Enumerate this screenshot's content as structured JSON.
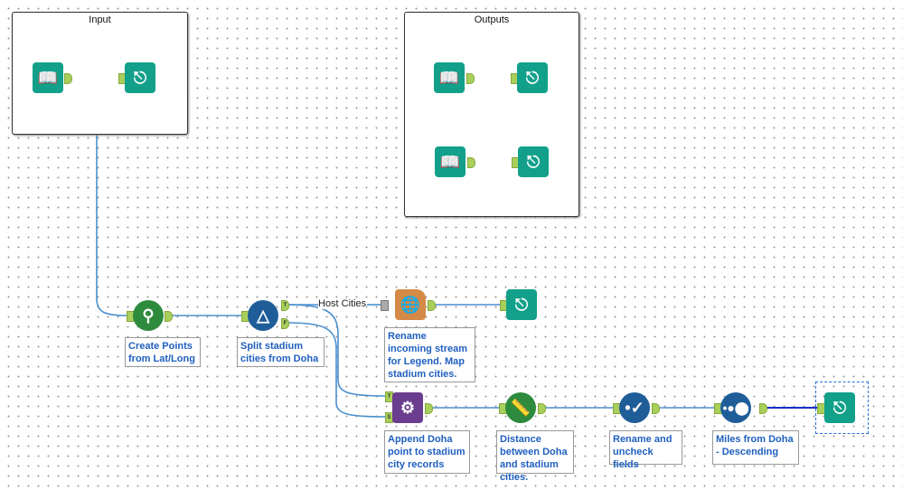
{
  "containers": {
    "input": "Input",
    "outputs": "Outputs"
  },
  "connection_label": "Host Cities",
  "tools": {
    "create_points": {
      "icon": "map-pin-icon",
      "annotation": "Create Points from Lat/Long",
      "color": "#2e8b3e"
    },
    "split": {
      "icon": "prism-filter-icon",
      "annotation": "Split stadium cities from Doha",
      "color": "#1f5d99",
      "anchors": [
        "T",
        "F"
      ]
    },
    "map_legend": {
      "icon": "globe-icon",
      "annotation": "Rename incoming stream for Legend. Map stadium cities.",
      "color": "#d48a46"
    },
    "append": {
      "icon": "gears-plus-icon",
      "annotation": "Append Doha point to stadium city records",
      "color": "#6b3d8f",
      "anchors": [
        "T",
        "S"
      ]
    },
    "distance": {
      "icon": "ruler-icon",
      "annotation": "Distance between Doha and stadium cities.",
      "color": "#2e8b3e"
    },
    "select": {
      "icon": "check-dots-icon",
      "annotation": "Rename and uncheck fields",
      "color": "#1f5d99"
    },
    "sort": {
      "icon": "dots-icon",
      "annotation": "Miles from Doha - Descending",
      "color": "#1f5d99"
    }
  },
  "colors": {
    "input_tool": "#12a08a",
    "wire": "#4a8fcf",
    "selected_wire": "#1a2fc9"
  }
}
